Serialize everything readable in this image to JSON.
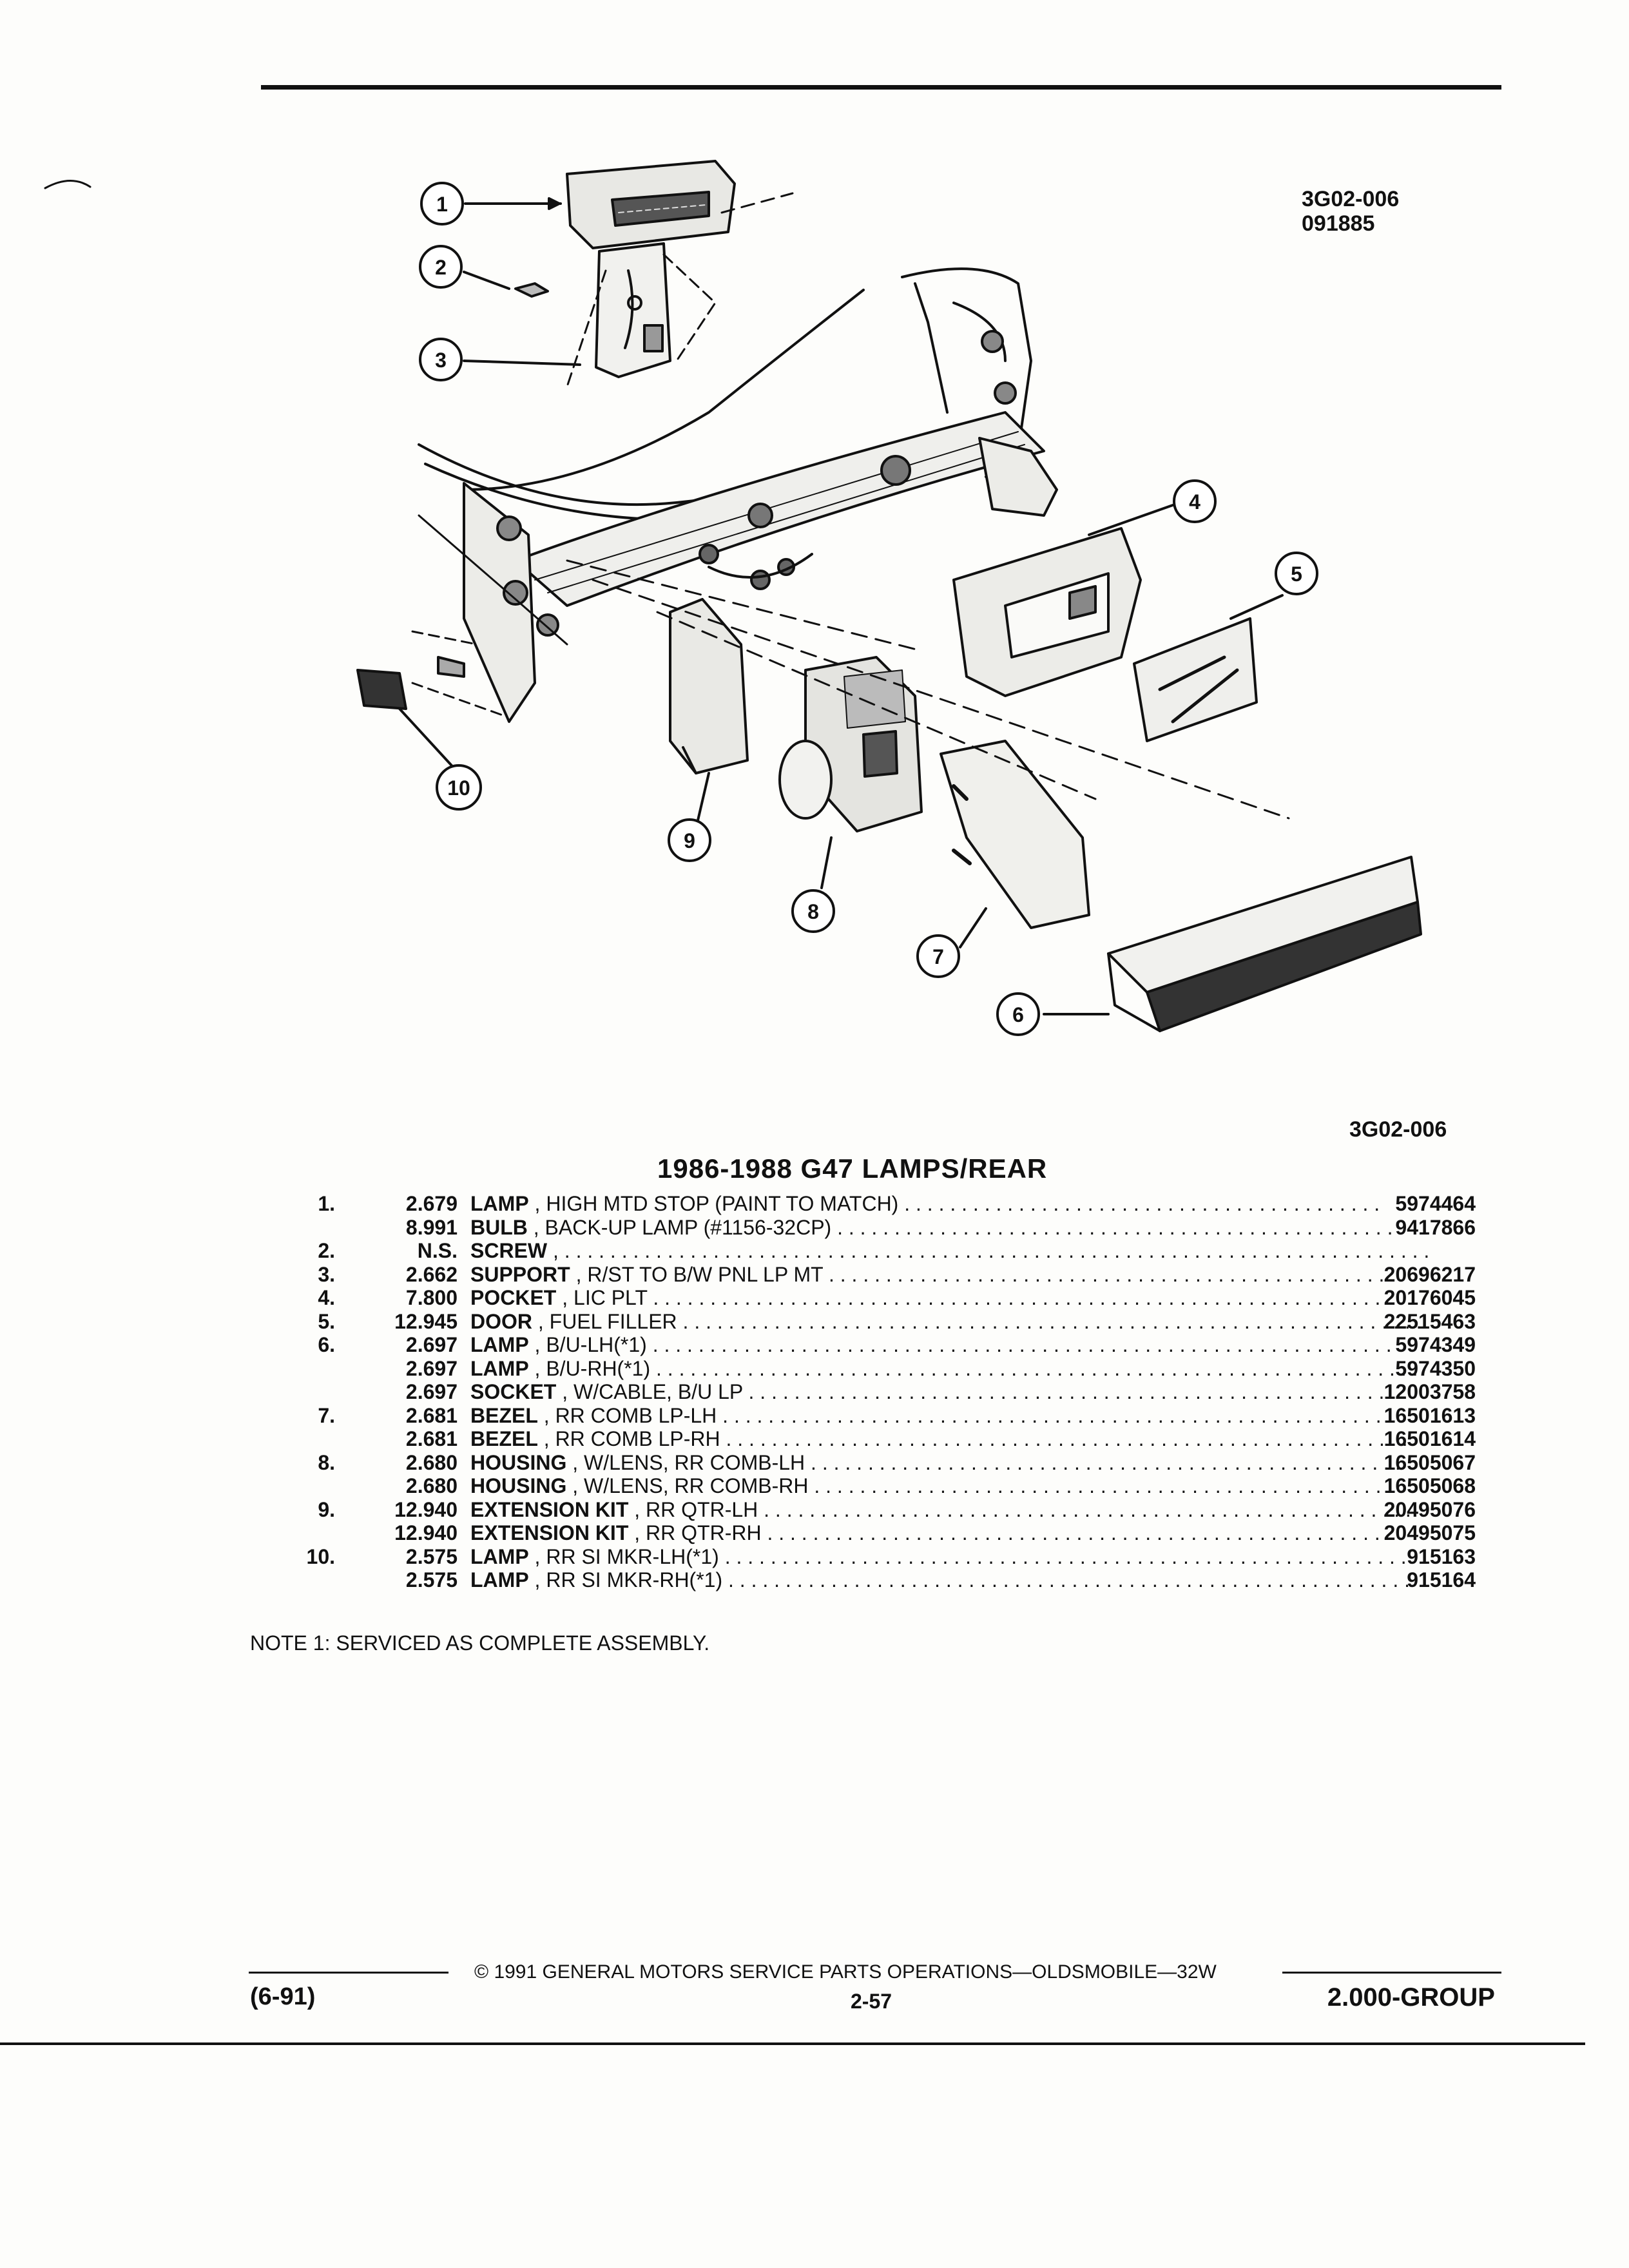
{
  "header": {
    "figure_code": "3G02-006",
    "figure_date": "091885",
    "figure_code_bottom": "3G02-006"
  },
  "diagram": {
    "callouts": [
      "1",
      "2",
      "3",
      "4",
      "5",
      "6",
      "7",
      "8",
      "9",
      "10"
    ]
  },
  "section_title": "1986-1988 G47 LAMPS/REAR",
  "parts": [
    {
      "num": "1.",
      "qty": "2.679",
      "name": "LAMP",
      "desc": ", HIGH MTD STOP (PAINT TO MATCH)",
      "part": "5974464"
    },
    {
      "num": "",
      "qty": "8.991",
      "name": "BULB",
      "desc": ", BACK-UP LAMP (#1156-32CP)",
      "part": "9417866"
    },
    {
      "num": "2.",
      "qty": "N.S.",
      "name": "SCREW",
      "desc": ",",
      "part": ""
    },
    {
      "num": "3.",
      "qty": "2.662",
      "name": "SUPPORT",
      "desc": ", R/ST TO B/W PNL LP MT",
      "part": "20696217"
    },
    {
      "num": "4.",
      "qty": "7.800",
      "name": "POCKET",
      "desc": ", LIC PLT",
      "part": "20176045"
    },
    {
      "num": "5.",
      "qty": "12.945",
      "name": "DOOR",
      "desc": ", FUEL FILLER",
      "part": "22515463"
    },
    {
      "num": "6.",
      "qty": "2.697",
      "name": "LAMP",
      "desc": ", B/U-LH(*1)",
      "part": "5974349"
    },
    {
      "num": "",
      "qty": "2.697",
      "name": "LAMP",
      "desc": ", B/U-RH(*1)",
      "part": "5974350"
    },
    {
      "num": "",
      "qty": "2.697",
      "name": "SOCKET",
      "desc": ", W/CABLE, B/U LP",
      "part": "12003758"
    },
    {
      "num": "7.",
      "qty": "2.681",
      "name": "BEZEL",
      "desc": ", RR COMB LP-LH",
      "part": "16501613"
    },
    {
      "num": "",
      "qty": "2.681",
      "name": "BEZEL",
      "desc": ", RR COMB LP-RH",
      "part": "16501614"
    },
    {
      "num": "8.",
      "qty": "2.680",
      "name": "HOUSING",
      "desc": ", W/LENS, RR COMB-LH",
      "part": "16505067"
    },
    {
      "num": "",
      "qty": "2.680",
      "name": "HOUSING",
      "desc": ", W/LENS, RR COMB-RH",
      "part": "16505068"
    },
    {
      "num": "9.",
      "qty": "12.940",
      "name": "EXTENSION KIT",
      "desc": ", RR QTR-LH",
      "part": "20495076"
    },
    {
      "num": "",
      "qty": "12.940",
      "name": "EXTENSION KIT",
      "desc": ", RR QTR-RH",
      "part": "20495075"
    },
    {
      "num": "10.",
      "qty": "2.575",
      "name": "LAMP",
      "desc": ", RR SI MKR-LH(*1)",
      "part": "915163"
    },
    {
      "num": "",
      "qty": "2.575",
      "name": "LAMP",
      "desc": ", RR SI MKR-RH(*1)",
      "part": "915164"
    }
  ],
  "note": "NOTE  1:  SERVICED AS COMPLETE ASSEMBLY.",
  "footer": {
    "copyright": "© 1991 GENERAL MOTORS SERVICE PARTS OPERATIONS—OLDSMOBILE—32W",
    "page": "2-57",
    "revision": "(6-91)",
    "group": "2.000-GROUP"
  }
}
